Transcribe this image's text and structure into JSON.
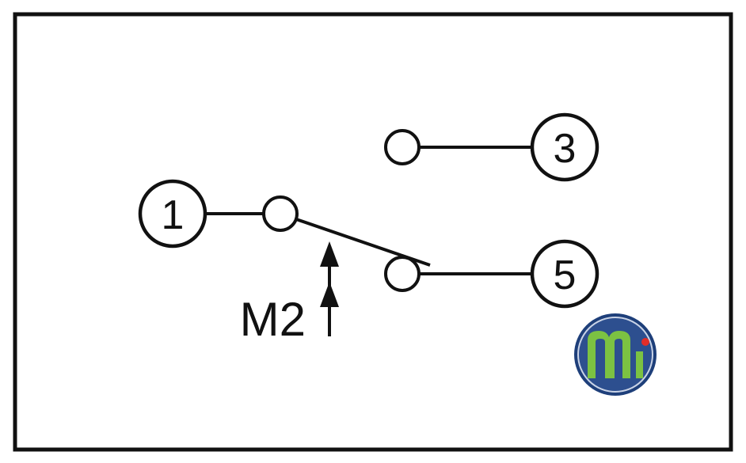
{
  "diagram": {
    "terminals": {
      "t1": {
        "label": "1"
      },
      "t3": {
        "label": "3"
      },
      "t5": {
        "label": "5"
      }
    },
    "motion_label": "M2",
    "colors": {
      "line": "#111111",
      "background": "#ffffff",
      "logo_ring": "#1e3f7a",
      "logo_fill": "#2d4f8f",
      "logo_m": "#7cc242",
      "logo_dot": "#e32d27"
    }
  }
}
